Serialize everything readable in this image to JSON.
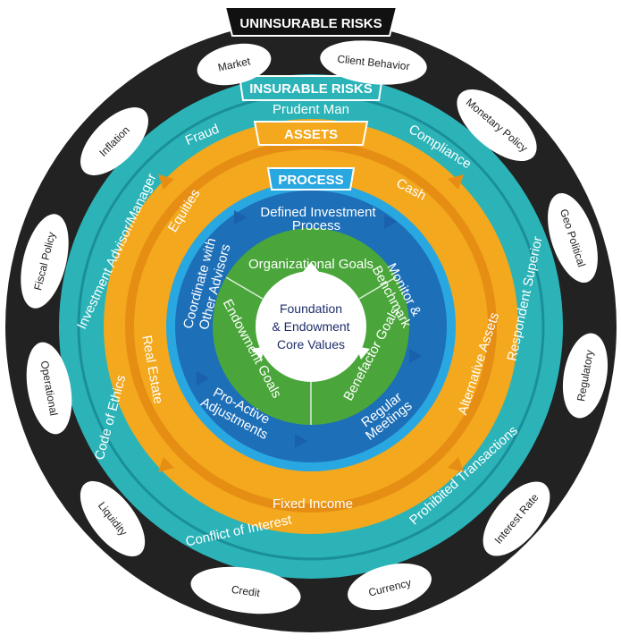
{
  "colors": {
    "outer_ring": "#222222",
    "insurable_ring": "#2bb3b8",
    "insurable_band": "#1a8f9a",
    "assets_ring": "#f3a81d",
    "assets_band": "#e68e14",
    "process_ring": "#29a7e0",
    "process_band": "#1d6fb8",
    "goals_ring": "#4aa63a",
    "center": "#ffffff",
    "center_text": "#1f2f6b"
  },
  "uninsurable": {
    "title": "UNINSURABLE RISKS",
    "items": [
      "Market",
      "Client Behavior",
      "Monetary Policy",
      "Geo Political",
      "Regulatory",
      "Interest Rate",
      "Currency",
      "Credit",
      "Liquidity",
      "Operational",
      "Fiscal Policy",
      "Inflation"
    ]
  },
  "insurable": {
    "title": "INSURABLE RISKS",
    "items": [
      "Prudent Man",
      "Compliance",
      "Respondent Superior",
      "Prohibited Transactions",
      "Conflict of Interest",
      "Code of Ethics",
      "Investment Advisor/Manager",
      "Fraud"
    ]
  },
  "assets": {
    "title": "ASSETS",
    "items": [
      "Cash",
      "Alternative Assets",
      "Fixed Income",
      "Real Estate",
      "Equities"
    ]
  },
  "process": {
    "title": "PROCESS",
    "items": [
      "Defined Investment",
      "Process",
      "Monitor &",
      "Benchmark",
      "Regular",
      "Meetings",
      "Pro-Active",
      "Adjustments",
      "Coordinate with",
      "Other Advisors"
    ]
  },
  "goals": {
    "items": [
      "Organizational Goals",
      "Benefactor Goals",
      "Endowment Goals"
    ]
  },
  "center": {
    "line1": "Foundation",
    "line2": "& Endowment",
    "line3": "Core Values"
  }
}
